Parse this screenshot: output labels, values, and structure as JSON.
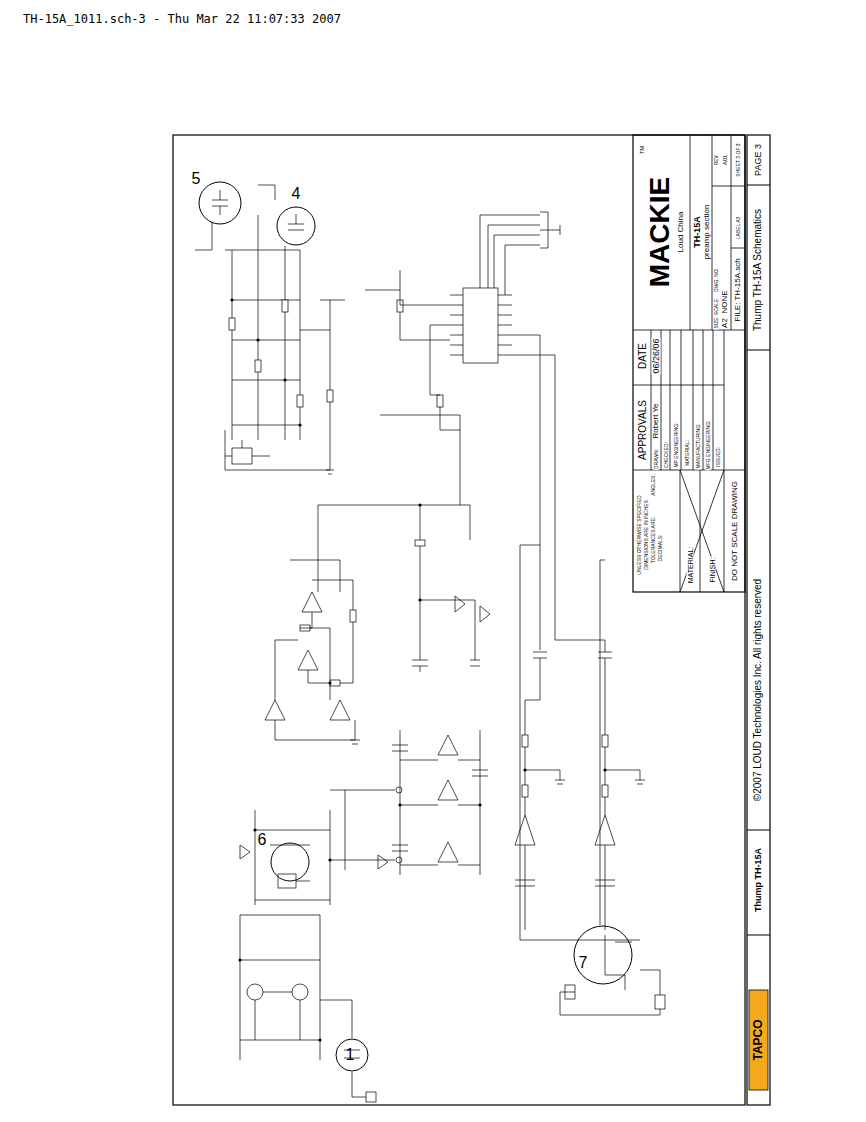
{
  "diagram": {
    "nodes": [
      {
        "text": [
          "5"
        ]
      },
      {
        "text": [
          "4"
        ]
      },
      {
        "text": [
          "6"
        ]
      },
      {
        "text": [
          "7"
        ]
      },
      {
        "text": [
          "1"
        ]
      }
    ],
    "labels": [
      "TH-15A_1011.sch-3 - Thu Mar 22 11:07:33 2007",
      "TM",
      "MACKIE",
      "Loud China",
      "TH-15A",
      "preamp section",
      "APPROVALS",
      "DATE",
      "DRAWN:",
      "Robert Ye",
      "06/26/06",
      "CHECKED:",
      "MP ENGINEERING:",
      "MATERIAL:",
      "MANUFACTURING:",
      "MFG ENGINEERING:",
      "ISSUED:",
      "SIZE",
      "SCALE",
      "DWG. NO.",
      "REV.",
      "A2",
      "NONE",
      "A01",
      "FILE: TH-15A.sch",
      "LABEL A3",
      "SHEET 3 OF 3",
      "UNLESS OTHERWISE SPECIFIED",
      "DIMENSIONS ARE IN INCHES",
      "TOLERANCES ARE:",
      "ANGLES:",
      "DECIMALS:",
      "MATERIAL:",
      "FINISH:",
      "DO NOT SCALE DRAWING",
      "Thump TH-15A",
      "©2007 LOUD Technologies Inc. All rights reserved",
      "Thump TH-15A Schematics",
      "PAGE 3",
      "TAPCO"
    ]
  }
}
